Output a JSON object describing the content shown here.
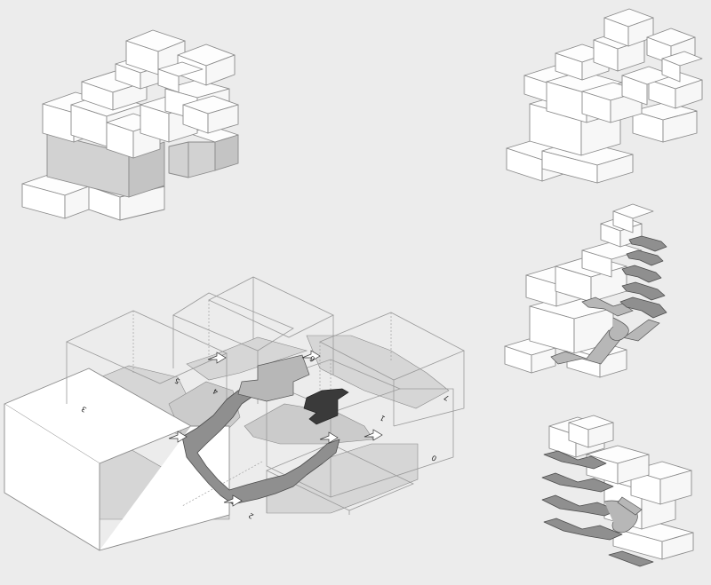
{
  "diagram": {
    "floor_labels": [
      "2",
      "3",
      "4",
      "5",
      "6",
      "7",
      "1",
      "0"
    ]
  },
  "colors": {
    "background": "#ececec",
    "line": "#8a8a8a",
    "floor_shade": "#d6d6d6",
    "ramp": "#8f8f8f",
    "core": "#3a3a3a"
  }
}
